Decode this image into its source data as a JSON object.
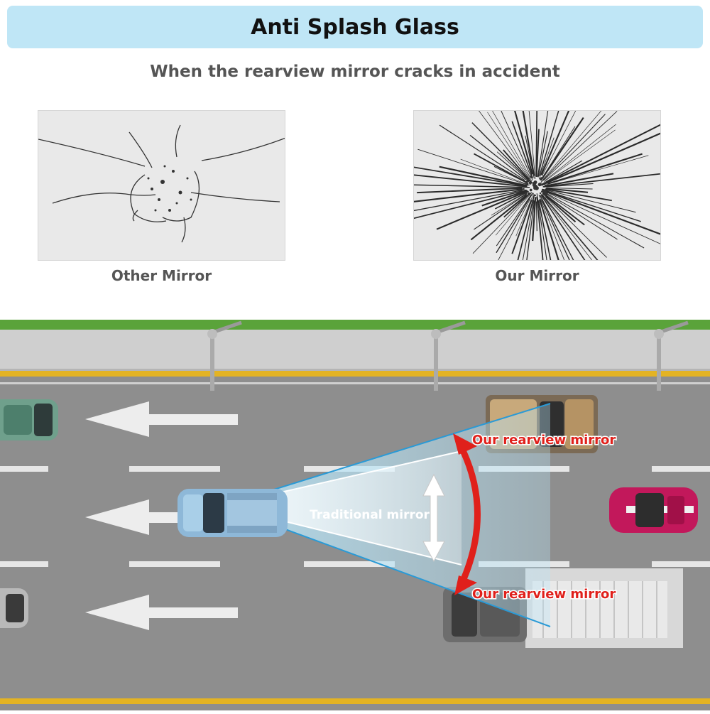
{
  "header": {
    "title": "Anti Splash Glass",
    "subtitle": "When the rearview mirror cracks in accident"
  },
  "comparison": [
    {
      "label": "Other Mirror"
    },
    {
      "label": "Our Mirror"
    }
  ],
  "scene": {
    "traditional_label": "Traditional mirror",
    "our_label_top": "Our rearview mirror",
    "our_label_bottom": "Our rearview mirror"
  },
  "colors": {
    "banner": "#bfe6f6",
    "road": "#8e8e8e",
    "lane_line": "#e3b324",
    "grass": "#5aa33a",
    "view_cone": "#2a9ad6",
    "arrow_red": "#e0201b",
    "label_red": "#e0201b"
  }
}
